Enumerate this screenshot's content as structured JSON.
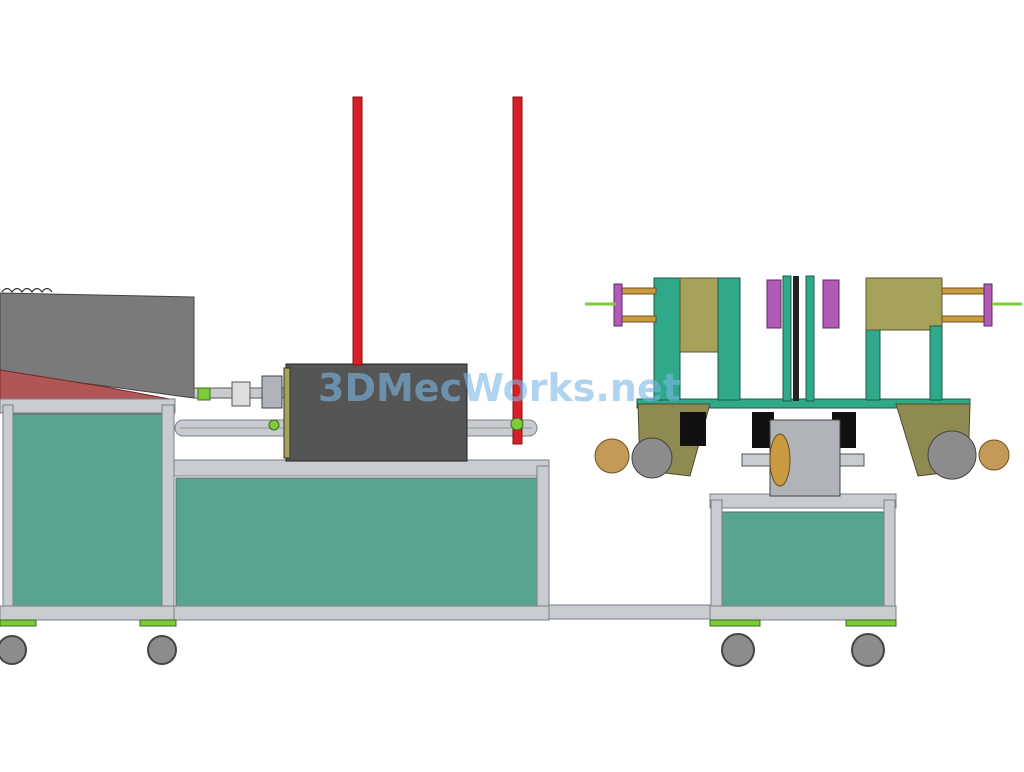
{
  "watermark": {
    "text": "3DMecWorks.net"
  },
  "colors": {
    "background": "#ffffff",
    "aluminum_frame": "#c8ccd0",
    "aluminum_edge": "#7b8086",
    "panel_teal": "#57a58f",
    "hopper_gray": "#7a7a7a",
    "hopper_red": "#b05656",
    "guide_rod_red": "#d61f26",
    "press_box": "#555555",
    "jig_green": "#2fa98a",
    "jig_olive": "#a6a25a",
    "jig_olive_dark": "#8f8a52",
    "cylinder_gold": "#c99a3f",
    "magenta_block": "#b25ab8",
    "foot_green": "#7ccc3a",
    "wheel_gray": "#8c8c8c",
    "roller_tan": "#c49a58"
  },
  "components": [
    {
      "name": "hopper",
      "icon": "hopper-icon"
    },
    {
      "name": "press-module",
      "icon": "press-icon"
    },
    {
      "name": "guide-rods",
      "icon": "rod-icon"
    },
    {
      "name": "winding-station",
      "icon": "winding-icon"
    },
    {
      "name": "caster-wheels",
      "icon": "caster-icon"
    }
  ]
}
